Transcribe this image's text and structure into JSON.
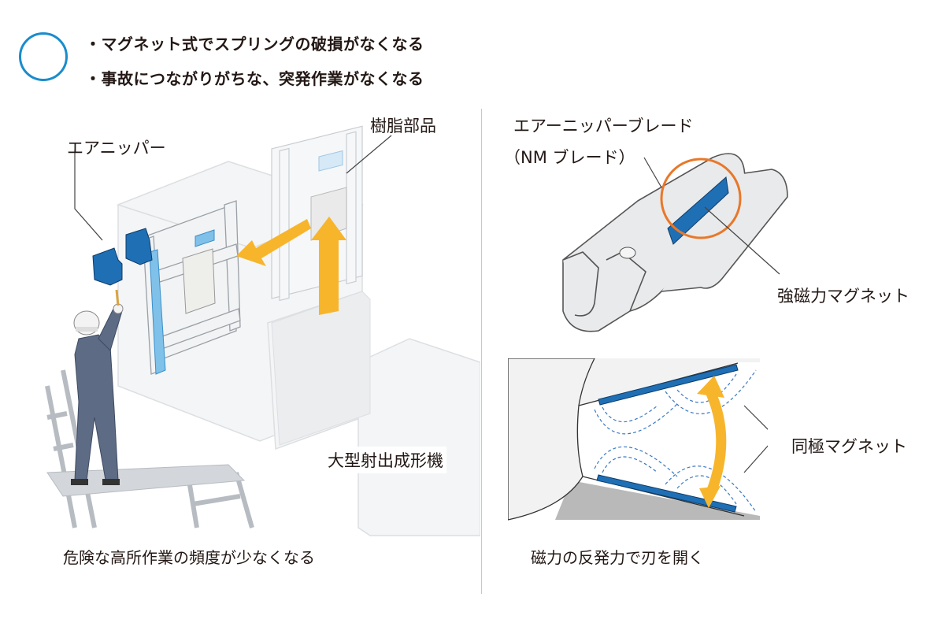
{
  "header": {
    "bullets": [
      "・マグネット式でスプリングの破損がなくなる",
      "・事故につながりがちな、突発作業がなくなる"
    ]
  },
  "left_panel": {
    "label_air_nipper": "エアニッパー",
    "label_resin_part": "樹脂部品",
    "label_machine": "大型射出成形機",
    "caption": "危険な高所作業の頻度が少なくなる"
  },
  "right_panel": {
    "label_blade_line1": "エアーニッパーブレード",
    "label_blade_line2": "（NM ブレード）",
    "label_strong_magnet": "強磁力マグネット",
    "label_same_pole": "同極マグネット",
    "caption": "磁力の反発力で刃を開く"
  },
  "colors": {
    "accent_blue": "#1a8ccc",
    "magnet_blue": "#1f6fb5",
    "arrow_orange": "#f7b52c",
    "ring_orange": "#e8782a",
    "worker_gray": "#5d6b85"
  }
}
